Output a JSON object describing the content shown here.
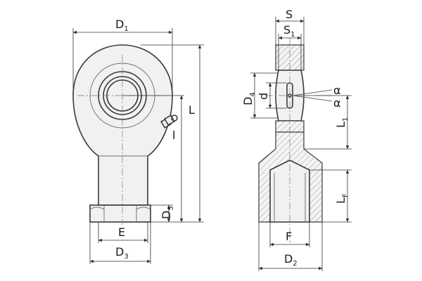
{
  "labels": {
    "d1": {
      "main": "D",
      "sub": "1"
    },
    "l_total": {
      "main": "L",
      "sub": ""
    },
    "l_small": {
      "main": "l",
      "sub": ""
    },
    "d5": {
      "main": "D",
      "sub": "5"
    },
    "e": {
      "main": "E",
      "sub": ""
    },
    "d3": {
      "main": "D",
      "sub": "3"
    },
    "s": {
      "main": "S",
      "sub": ""
    },
    "s1": {
      "main": "S",
      "sub": "1"
    },
    "d4": {
      "main": "D",
      "sub": "4"
    },
    "d": {
      "main": "d",
      "sub": ""
    },
    "alpha_top": {
      "main": "α",
      "sub": ""
    },
    "alpha_bottom": {
      "main": "α",
      "sub": ""
    },
    "l1": {
      "main": "L",
      "sub": "1"
    },
    "lf": {
      "main": "L",
      "sub": "F"
    },
    "f": {
      "main": "F",
      "sub": ""
    },
    "d2": {
      "main": "D",
      "sub": "2"
    }
  }
}
